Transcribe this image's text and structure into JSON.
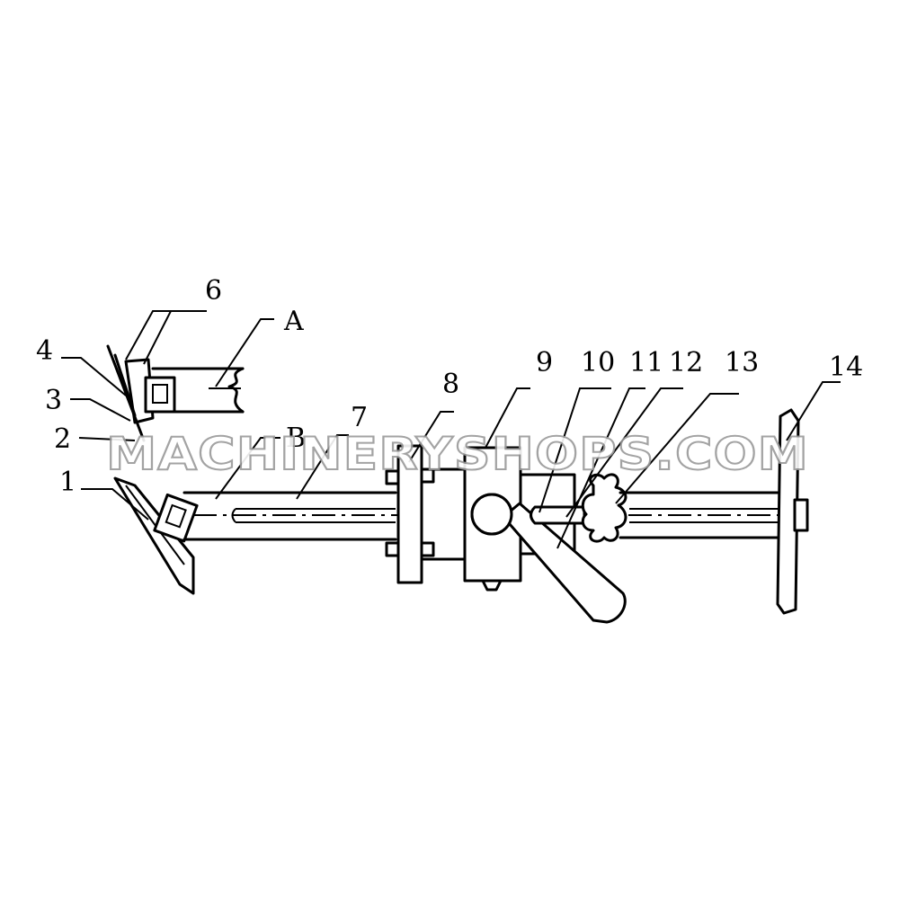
{
  "labels": {
    "part_1": "1",
    "part_2": "2",
    "part_3": "3",
    "part_4": "4",
    "part_6": "6",
    "part_7": "7",
    "part_8": "8",
    "part_9": "9",
    "part_10": "10",
    "part_11": "11",
    "part_12": "12",
    "part_13": "13",
    "part_14": "14",
    "view_a": "A",
    "view_b": "B"
  },
  "watermark": "MACHINERYSHOPS.COM",
  "colors": {
    "line": "#000000",
    "background": "#ffffff",
    "watermark_outline": "#9a9a9a"
  }
}
